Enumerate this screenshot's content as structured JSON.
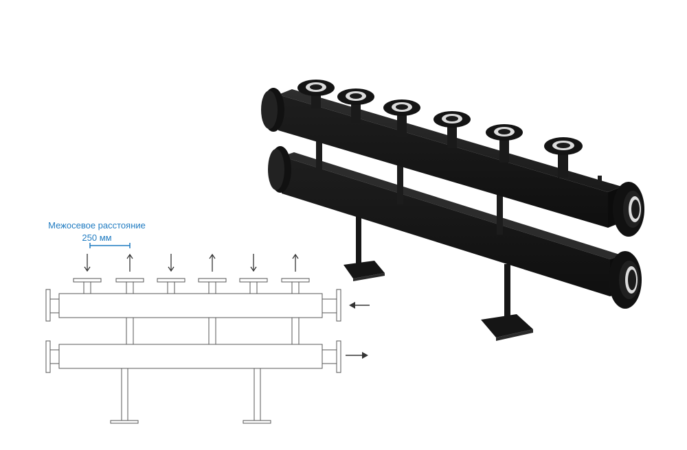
{
  "annotation": {
    "title": "Межосевое расстояние",
    "value": "250 мм",
    "color": "#1f7bc1"
  },
  "schematic": {
    "outlet_count": 6,
    "flow_directions": [
      "down",
      "up",
      "down",
      "up",
      "down",
      "up"
    ],
    "side_arrows": [
      "in-left",
      "out-right"
    ]
  },
  "colors": {
    "manifold": "#1b1b1b",
    "flange_bore": "#dcdcdc",
    "outline": "#555555"
  }
}
